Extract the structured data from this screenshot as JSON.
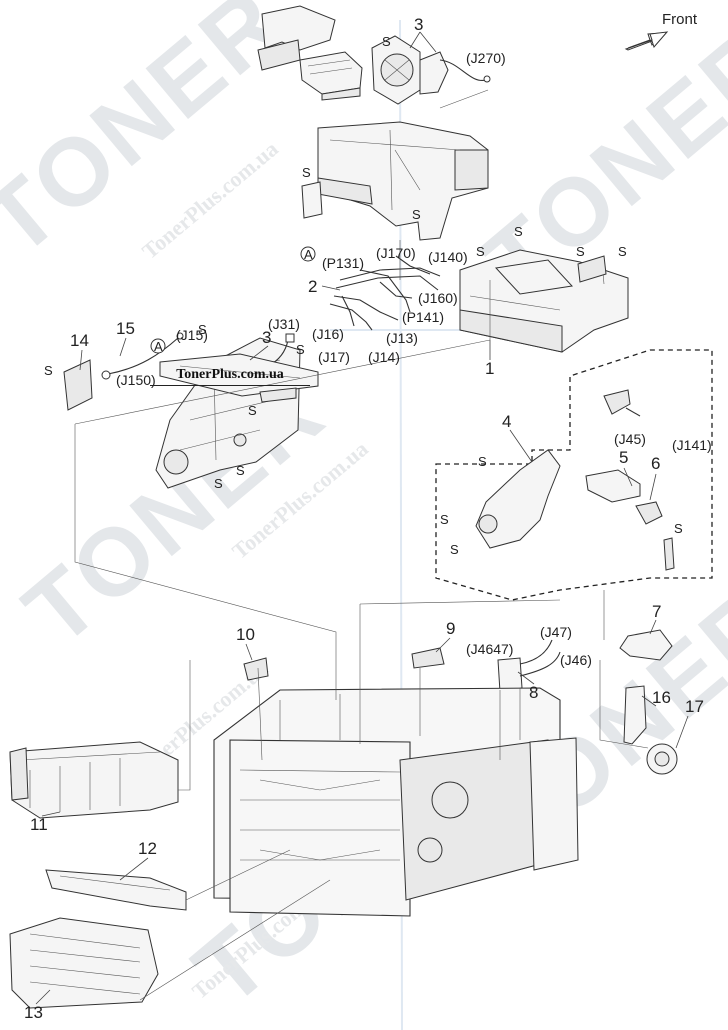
{
  "orientation_label": "Front",
  "brand_label": "TonerPlus.com.ua",
  "watermark": {
    "word": "TONER",
    "url": "TonerPlus.com.ua"
  },
  "screw_symbol": "S",
  "reference_mark": "A",
  "callouts": {
    "c1": "1",
    "c2": "2",
    "c3_top": "3",
    "c3_mid": "3",
    "c4": "4",
    "c5": "5",
    "c6": "6",
    "c7": "7",
    "c8": "8",
    "c9": "9",
    "c10": "10",
    "c11": "11",
    "c12": "12",
    "c13": "13",
    "c14": "14",
    "c15": "15",
    "c16": "16",
    "c17": "17"
  },
  "connectors": {
    "j270": "(J270)",
    "j31": "(J31)",
    "j15": "(J15)",
    "j150": "(J150)",
    "p131": "(P131)",
    "j170": "(J170)",
    "j140": "(J140)",
    "j160": "(J160)",
    "p141": "(P141)",
    "j16": "(J16)",
    "j13": "(J13)",
    "j17": "(J17)",
    "j14": "(J14)",
    "j45": "(J45)",
    "j141": "(J141)",
    "j47": "(J47)",
    "j4647": "(J4647)",
    "j46": "(J46)"
  }
}
